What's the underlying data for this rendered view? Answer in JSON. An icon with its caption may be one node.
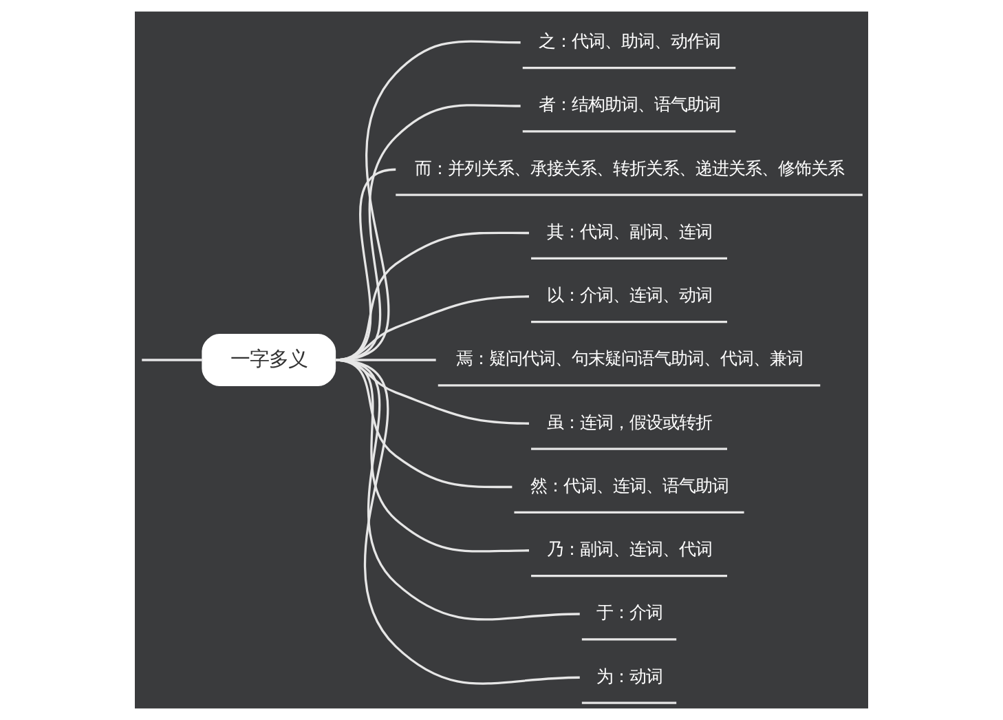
{
  "diagram": {
    "nodes": [
      {
        "text": [
          "一字多义"
        ]
      },
      {
        "text": [
          "之：代词、助词、动作词"
        ]
      },
      {
        "text": [
          "者：结构助词、语气助词"
        ]
      },
      {
        "text": [
          "而：并列关系、承接关系、转折关系、递进关系、修饰关系"
        ]
      },
      {
        "text": [
          "其：代词、副词、连词"
        ]
      },
      {
        "text": [
          "以：介词、连词、动词"
        ]
      },
      {
        "text": [
          "焉：疑问代词、句末疑问语气助词、代词、兼词"
        ]
      },
      {
        "text": [
          "虽：连词，假设或转折"
        ]
      },
      {
        "text": [
          "然：代词、连词、语气助词"
        ]
      },
      {
        "text": [
          "乃：副词、连词、代词"
        ]
      },
      {
        "text": [
          "于：介词"
        ]
      },
      {
        "text": [
          "为：动词"
        ]
      }
    ],
    "edges": [
      {
        "from": null,
        "to": 0,
        "arrow": "none"
      },
      {
        "from": 0,
        "to": 1,
        "arrow": "none"
      },
      {
        "from": 0,
        "to": 2,
        "arrow": "none"
      },
      {
        "from": 0,
        "to": 3,
        "arrow": "none"
      },
      {
        "from": 0,
        "to": 4,
        "arrow": "none"
      },
      {
        "from": 0,
        "to": 5,
        "arrow": "none"
      },
      {
        "from": 0,
        "to": 6,
        "arrow": "none"
      },
      {
        "from": 0,
        "to": 7,
        "arrow": "none"
      },
      {
        "from": 0,
        "to": 8,
        "arrow": "none"
      },
      {
        "from": 0,
        "to": 9,
        "arrow": "none"
      },
      {
        "from": 0,
        "to": 10,
        "arrow": "none"
      },
      {
        "from": 0,
        "to": 11,
        "arrow": "none"
      }
    ]
  }
}
